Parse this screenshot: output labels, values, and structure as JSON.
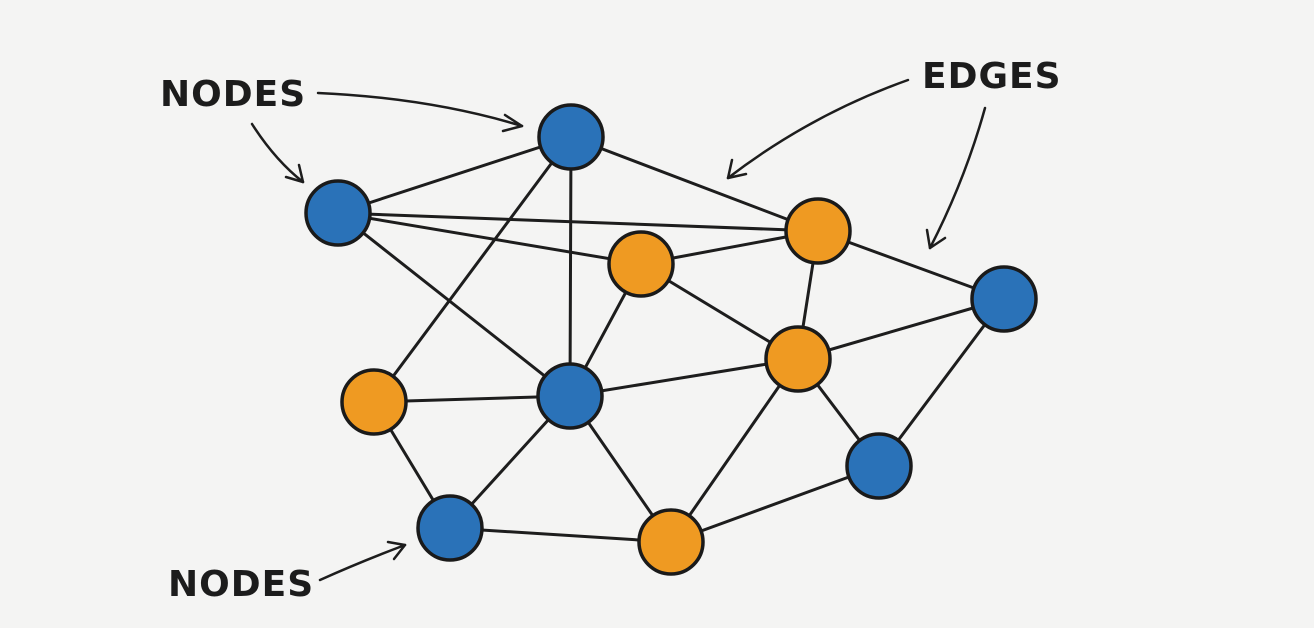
{
  "labels": {
    "nodes_top": "NODES",
    "edges": "EDGES",
    "nodes_bottom": "NODES"
  },
  "colors": {
    "blue": "#2a72b8",
    "orange": "#ef9a22",
    "line": "#1d1d1d",
    "background": "#f4f4f3"
  },
  "graph": {
    "nodes": [
      {
        "id": "n1",
        "color": "blue"
      },
      {
        "id": "n2",
        "color": "blue"
      },
      {
        "id": "n3",
        "color": "orange"
      },
      {
        "id": "n4",
        "color": "orange"
      },
      {
        "id": "n5",
        "color": "blue"
      },
      {
        "id": "n6",
        "color": "orange"
      },
      {
        "id": "n7",
        "color": "blue"
      },
      {
        "id": "n8",
        "color": "orange"
      },
      {
        "id": "n9",
        "color": "blue"
      },
      {
        "id": "n10",
        "color": "blue"
      },
      {
        "id": "n11",
        "color": "orange"
      }
    ],
    "edges": [
      [
        "n1",
        "n2"
      ],
      [
        "n1",
        "n3"
      ],
      [
        "n1",
        "n4"
      ],
      [
        "n1",
        "n7"
      ],
      [
        "n2",
        "n4"
      ],
      [
        "n2",
        "n6"
      ],
      [
        "n2",
        "n7"
      ],
      [
        "n3",
        "n4"
      ],
      [
        "n3",
        "n8"
      ],
      [
        "n3",
        "n7"
      ],
      [
        "n4",
        "n8"
      ],
      [
        "n4",
        "n5"
      ],
      [
        "n5",
        "n8"
      ],
      [
        "n5",
        "n9"
      ],
      [
        "n6",
        "n7"
      ],
      [
        "n6",
        "n10"
      ],
      [
        "n7",
        "n8"
      ],
      [
        "n7",
        "n10"
      ],
      [
        "n7",
        "n11"
      ],
      [
        "n8",
        "n9"
      ],
      [
        "n8",
        "n11"
      ],
      [
        "n9",
        "n11"
      ],
      [
        "n10",
        "n11"
      ]
    ]
  }
}
